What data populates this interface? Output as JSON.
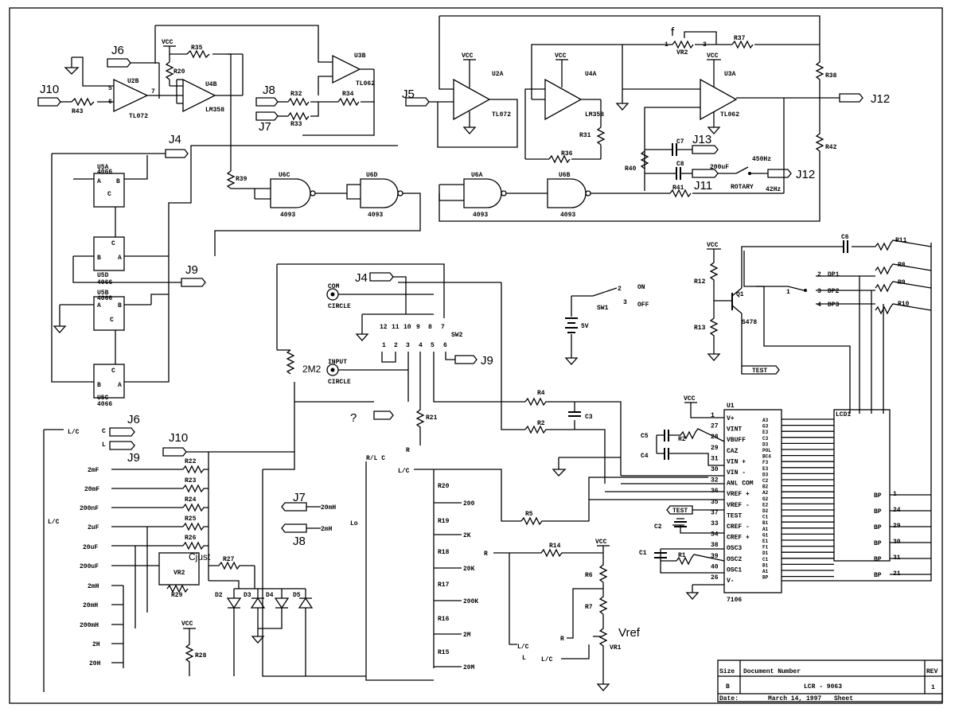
{
  "connectors": {
    "j10_top": "J10",
    "j10_bot": "J10",
    "j6_top": "J6",
    "j6_bot": "J6",
    "j9_bot": "J9",
    "j9_mid": "J9",
    "j9_sw": "J9",
    "j8": "J8",
    "j7": "J7",
    "j7_bot": "J7",
    "j8_bot": "J8",
    "j4": "J4",
    "j4_sw": "J4",
    "j5": "J5",
    "j12": "J12",
    "j12_b": "J12",
    "j13": "J13",
    "j11": "J11"
  },
  "opamps": {
    "u2b": {
      "ref": "U2B",
      "part": "TL072"
    },
    "u4b": {
      "ref": "U4B",
      "part": "LM358"
    },
    "u3b": {
      "ref": "U3B",
      "part": "TL062"
    },
    "u2a": {
      "ref": "U2A",
      "part": "TL072"
    },
    "u4a": {
      "ref": "U4A",
      "part": "LM358"
    },
    "u3a": {
      "ref": "U3A",
      "part": "TL062"
    }
  },
  "gates": {
    "u6c": {
      "ref": "U6C",
      "part": "4093"
    },
    "u6d": {
      "ref": "U6D",
      "part": "4093"
    },
    "u6a": {
      "ref": "U6A",
      "part": "4093"
    },
    "u6b": {
      "ref": "U6B",
      "part": "4093"
    }
  },
  "switches": {
    "u5a": {
      "ref": "U5A",
      "part": "4066"
    },
    "u5d": {
      "ref": "U5D",
      "part": "4066"
    },
    "u5b": {
      "ref": "U5B",
      "part": "4066"
    },
    "u5c": {
      "ref": "U5C",
      "part": "4066"
    }
  },
  "resistors": {
    "r43": "R43",
    "r35": "R35",
    "r20": "R20",
    "r32": "R32",
    "r33": "R33",
    "r34": "R34",
    "r39": "R39",
    "r36": "R36",
    "r31": "R31",
    "r37": "R37",
    "r38": "R38",
    "r42": "R42",
    "r40": "R40",
    "r41": "R41",
    "r22": "R22",
    "r23": "R23",
    "r24": "R24",
    "r25": "R25",
    "r26": "R26",
    "r27": "R27",
    "r29": "R29",
    "r28": "R28",
    "r21": "R21",
    "r4": "R4",
    "r2": "R2",
    "r5": "R5",
    "r14": "R14",
    "r6": "R6",
    "r7": "R7",
    "r20b": "R20",
    "r19": "R19",
    "r18": "R18",
    "r17": "R17",
    "r16": "R16",
    "r15": "R15",
    "r1": "R1",
    "r11": "R11",
    "r8": "R8",
    "r9": "R9",
    "r10": "R10",
    "r12": "R12",
    "r13": "R13"
  },
  "capacitors": {
    "c7": "C7",
    "c8": "C8",
    "c3": "C3",
    "c6": "C6",
    "c4": "C4",
    "c2": "C2",
    "c1": "C1",
    "c5": "C5"
  },
  "diodes": [
    "D2",
    "D3",
    "D4",
    "D5"
  ],
  "pots": {
    "vr2_top": "VR2",
    "vr2_bot": "VR2",
    "vr1": "VR1"
  },
  "power": {
    "vcc": "VCC",
    "batt": "5V"
  },
  "sw1": {
    "ref": "SW1",
    "on": "ON",
    "off": "OFF"
  },
  "sw2": {
    "ref": "SW2",
    "top_pins": [
      "12",
      "11",
      "10",
      "9",
      "8",
      "7"
    ],
    "bot_pins": [
      "1",
      "2",
      "3",
      "4",
      "5",
      "6"
    ]
  },
  "jacks": {
    "com": "COM",
    "input": "INPUT",
    "circle": "CIRCLE"
  },
  "rotary": {
    "label": "ROTARY",
    "f_high": "450Hz",
    "f_low": "42Hz",
    "cap": "200uF"
  },
  "annotations": {
    "f": "f",
    "cjust": "Cjust",
    "vref": "Vref",
    "question": "?",
    "r2m2": "2M2"
  },
  "ranges_left": [
    "2mF",
    "20mF",
    "200nF",
    "2uF",
    "20uF",
    "200uF",
    "2mH",
    "20mH",
    "200mH",
    "2H",
    "20H"
  ],
  "lc_labels": {
    "lc_top": "L/C",
    "c": "C",
    "l": "L",
    "lc_mid": "L/C",
    "lc_r": "L/C",
    "lo": "Lo",
    "ro": "R",
    "rlc": "R/L C"
  },
  "r_ranges": [
    "200",
    "2K",
    "20K",
    "200K",
    "2M",
    "20M"
  ],
  "lh_labels": {
    "l20": "20mH",
    "l2": "2mH"
  },
  "adc": {
    "ref": "U1",
    "part": "7106"
  },
  "adc_left_pins": [
    {
      "n": "1",
      "name": "V+"
    },
    {
      "n": "27",
      "name": "VINT"
    },
    {
      "n": "28",
      "name": "VBUFF"
    },
    {
      "n": "29",
      "name": "CAZ"
    },
    {
      "n": "31",
      "name": "VIN +"
    },
    {
      "n": "30",
      "name": "VIN -"
    },
    {
      "n": "32",
      "name": "ANL COM"
    },
    {
      "n": "36",
      "name": "VREF +"
    },
    {
      "n": "35",
      "name": "VREF -"
    },
    {
      "n": "37",
      "name": "TEST"
    },
    {
      "n": "33",
      "name": "CREF -"
    },
    {
      "n": "34",
      "name": "CREF +"
    },
    {
      "n": "38",
      "name": "OSC3"
    },
    {
      "n": "39",
      "name": "OSC2"
    },
    {
      "n": "40",
      "name": "OSC1"
    },
    {
      "n": "26",
      "name": "V-"
    }
  ],
  "adc_right_pins": [
    "A3",
    "G3",
    "E3",
    "C3",
    "D3",
    "POL",
    "BC4",
    "F3",
    "E3",
    "D3",
    "C2",
    "B2",
    "A2",
    "G2",
    "E2",
    "D2",
    "C1",
    "B1",
    "A1",
    "G1",
    "E1",
    "F1",
    "D1",
    "C1",
    "B1",
    "A1",
    "BP"
  ],
  "lcd": {
    "ref": "LCD1",
    "bp_labels": [
      "BP",
      "BP",
      "BP",
      "BP",
      "BP",
      "BP"
    ],
    "bp_pins": [
      "1",
      "24",
      "29",
      "30",
      "31",
      "21"
    ],
    "cols": [
      "DP1",
      "DP2",
      "DP3"
    ]
  },
  "test": {
    "test_flag": "TEST",
    "test_adc": "TEST"
  },
  "q1": {
    "ref": "Q1",
    "part": "S478"
  },
  "dp": {
    "dp1": "DP1",
    "dp2": "DP2",
    "dp3": "DP3"
  },
  "titleblock": {
    "size_label": "Size",
    "size": "B",
    "doc_label": "Document Number",
    "doc": "LCR - 9063",
    "rev_label": "REV",
    "rev": "1",
    "date_label": "Date:",
    "date": "March 14, 1997",
    "sheet_label": "Sheet"
  }
}
